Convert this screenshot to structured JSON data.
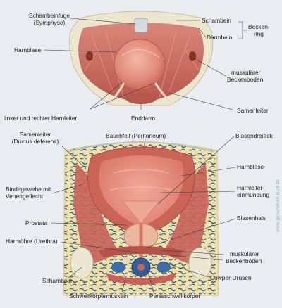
{
  "top": {
    "schambeinfuge": "Schambeinfuge",
    "symphyse": "(Symphyse)",
    "schambein": "Schambein",
    "beckenring_1": "Becken-",
    "beckenring_2": "ring",
    "darmbein": "Darmbein",
    "harnblase": "Harnblase",
    "muskulaerer_1": "muskulärer",
    "beckenboden": "Beckenboden",
    "harnleiter": "linker und rechter Harnleiter",
    "enddarm": "Enddarm",
    "samenleiter": "Samenleiter"
  },
  "bottom": {
    "samenleiter": "Samenleiter",
    "ductus": "(Ductus deferens)",
    "bauchfell": "Bauchfell (Peritoneum)",
    "blasendreieck": "Blasendreieck",
    "bindegewebe_1": "Bindegewebe mit",
    "bindegewebe_2": "Venengeflecht",
    "harnblase": "Harnblase",
    "harnleiter_1": "Harnleiter-",
    "harnleiter_2": "einmündung",
    "prostata": "Prostata",
    "blasenhals": "Blasenhals",
    "harnroehre": "Harnröhre (Urethra)",
    "muskulaerer_1": "muskulärer",
    "beckenboden": "Beckenboden",
    "schambein": "Schambein",
    "cowper": "Cowper-Drüsen",
    "schwellkoerpermuskeln": "Schwellkörpermuskeln",
    "penisschwellkoerper": "Penisschwellkörper"
  },
  "watermark": "www.gesundheit-kurz.de",
  "colors": {
    "background": "#e9ecf1",
    "muscle": "#c8625a",
    "bladder": "#e38f7f",
    "fat": "#efe0a8",
    "vein": "#2f5e9a",
    "bone": "#ece7d3"
  }
}
